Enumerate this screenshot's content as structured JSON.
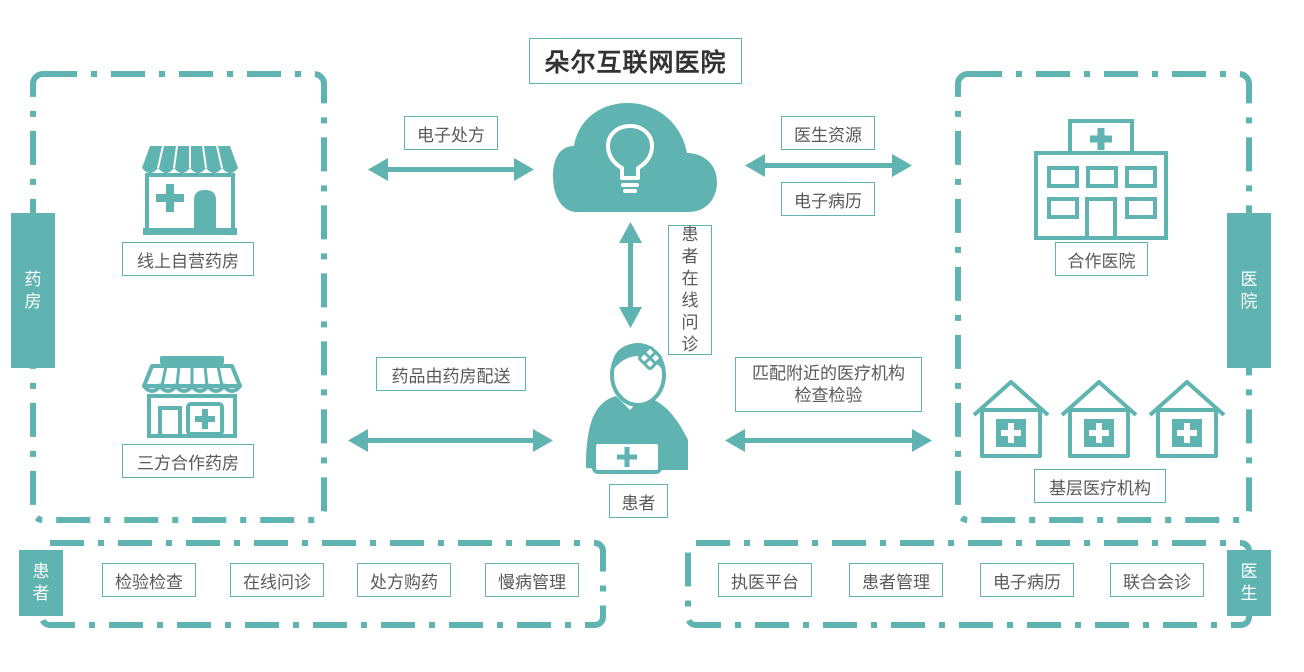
{
  "title": "朵尔互联网医院",
  "colors": {
    "accent": "#5fb3b0",
    "text": "#595959"
  },
  "pharmacy_group": {
    "tag": [
      "药",
      "房"
    ],
    "online_pharmacy": "线上自营药房",
    "partner_pharmacy": "三方合作药房"
  },
  "hospital_group": {
    "tag": [
      "医",
      "院"
    ],
    "partner_hospital": "合作医院",
    "primary_institutions": "基层医疗机构"
  },
  "center": {
    "cloud_icon": "cloud-lightbulb-icon",
    "patient_icon": "patient-icon",
    "patient_label": "患者",
    "consult_label": [
      "患",
      "者",
      "在",
      "线",
      "问",
      "诊"
    ]
  },
  "flows": {
    "prescription": "电子处方",
    "doctor_resources": "医生资源",
    "medical_records": "电子病历",
    "drug_delivery": "药品由药房配送",
    "match_nearby": [
      "匹配附近的医疗机构",
      "检查检验"
    ]
  },
  "patient_panel": {
    "tag": [
      "患",
      "者"
    ],
    "items": [
      "检验检查",
      "在线问诊",
      "处方购药",
      "慢病管理"
    ]
  },
  "doctor_panel": {
    "tag": [
      "医",
      "生"
    ],
    "items": [
      "执医平台",
      "患者管理",
      "电子病历",
      "联合会诊"
    ]
  }
}
